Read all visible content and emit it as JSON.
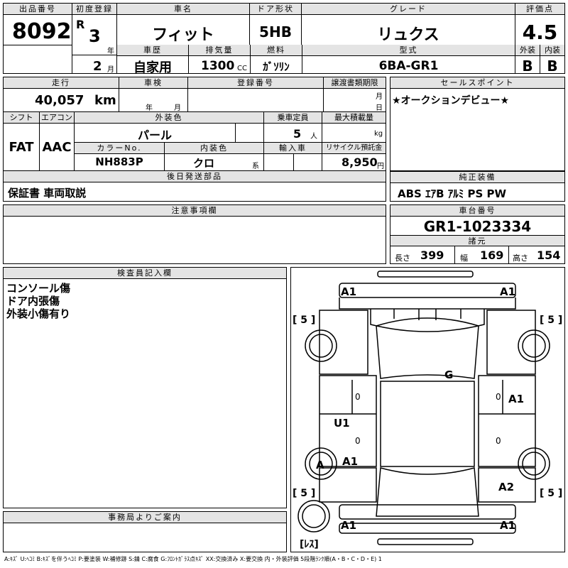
{
  "header": {
    "lot_no_label": "出品番号",
    "lot_no": "8092",
    "first_reg_label": "初度登録",
    "era": "R",
    "year": "3",
    "year_unit": "年",
    "month": "2",
    "month_unit": "月",
    "car_name_label": "車名",
    "car_name": "フィット",
    "door_label": "ドア形状",
    "door": "5HB",
    "grade_label": "グレード",
    "grade": "リュクス",
    "score_label": "評価点",
    "score": "4.5",
    "history_label": "車歴",
    "history": "自家用",
    "displacement_label": "排気量",
    "displacement": "1300",
    "displacement_unit": "CC",
    "fuel_label": "燃料",
    "fuel": "ｶﾞｿﾘﾝ",
    "model_label": "型式",
    "model": "6BA-GR1",
    "ext_label": "外装",
    "ext": "B",
    "int_label": "内装",
    "int": "B"
  },
  "row2": {
    "mileage_label": "走行",
    "mileage": "40,057",
    "mileage_unit": "km",
    "inspection_label": "車検",
    "insp_year_unit": "年",
    "insp_month_unit": "月",
    "reg_no_label": "登録番号",
    "transfer_label": "譲渡書類期限",
    "transfer_month_unit": "月",
    "transfer_day_unit": "日",
    "shift_label": "シフト",
    "shift": "FAT",
    "ac_label": "エアコン",
    "ac": "AAC",
    "ext_color_label": "外装色",
    "ext_color": "パール",
    "capacity_label": "乗車定員",
    "capacity": "5",
    "capacity_unit": "人",
    "max_load_label": "最大積載量",
    "max_load_unit": "kg",
    "color_no_label": "カラーNo.",
    "color_no": "NH883P",
    "int_color_label": "内装色",
    "int_color": "クロ",
    "int_color_unit": "系",
    "import_label": "輸入車",
    "recycle_label": "リサイクル預託金",
    "recycle": "8,950",
    "recycle_unit": "円",
    "later_label": "後日発送部品",
    "later": "保証書 車両取説"
  },
  "sales": {
    "label": "セールスポイント",
    "text": "★オークションデビュー★"
  },
  "equipment": {
    "label": "純正装備",
    "text": "ABS ｴｱB ｱﾙﾐ PS PW"
  },
  "notes": {
    "label": "注意事項欄"
  },
  "chassis": {
    "label": "車台番号",
    "value": "GR1-1023334"
  },
  "specs": {
    "label": "諸元",
    "length_label": "長さ",
    "length": "399",
    "width_label": "幅",
    "width": "169",
    "height_label": "高さ",
    "height": "154"
  },
  "inspector": {
    "label": "検査員記入欄",
    "lines": [
      "コンソール傷",
      "ドア内張傷",
      "外装小傷有り"
    ]
  },
  "office": {
    "label": "事務局よりご案内"
  },
  "diagram": {
    "marks": [
      "A1",
      "A1",
      "G",
      "A1",
      "U1",
      "A1",
      "A2",
      "A1",
      "A1",
      "A"
    ],
    "tires": [
      "[ 5 ]",
      "[ 5 ]",
      "[ 5 ]",
      "[ 5 ]",
      "[ﾚｽ]"
    ],
    "zeros": [
      "0",
      "0",
      "0",
      "0"
    ]
  },
  "legend": "A:ｷｽﾞ U:ﾍｺﾐ B:ｷｽﾞを伴うﾍｺﾐ P:要塗装 W:補修跡 S:錆 C:腐食 G:ﾌﾛﾝﾄｶﾞﾗｽ点ｷｽﾞ XX:交換済み X:要交換 内・外装評価 5段階ﾗﾝｸ順(A・B・C・D・E) 1"
}
